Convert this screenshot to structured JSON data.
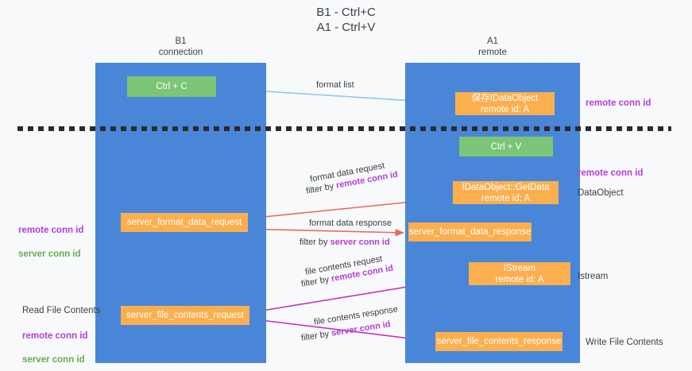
{
  "title": "B1 - Ctrl+C\nA1 - Ctrl+V",
  "lanes": [
    {
      "id": "b1",
      "header": "B1\nconnection"
    },
    {
      "id": "a1",
      "header": "A1\nremote"
    }
  ],
  "nodes": {
    "ctrl_c": "Ctrl + C",
    "save_idataobject": "保存IDataObject\nremote id: A",
    "ctrl_v": "Ctrl + V",
    "idataobject_getdata": "IDataObject::GetData\nremote id: A",
    "server_format_data_request": "server_format_data_request",
    "server_format_data_response": "server_format_data_response",
    "istream": "IStream\nremote id: A",
    "server_file_contents_request": "server_file_contents_request",
    "server_file_contents_response": "server_file_contents_response"
  },
  "edges": {
    "format_list": "format list",
    "format_data_request": "format data request",
    "format_data_request_filter_prefix": "filter by ",
    "format_data_request_filter_key": "remote conn id",
    "format_data_response": "format data response",
    "format_data_response_filter_prefix": "filter by ",
    "format_data_response_filter_key": "server conn id",
    "file_contents_request": "file contents request",
    "file_contents_request_filter_prefix": "filter by ",
    "file_contents_request_filter_key": "remote conn id",
    "file_contents_response": "file contents response",
    "file_contents_response_filter_prefix": "filter by ",
    "file_contents_response_filter_key": "server conn id"
  },
  "annotations": {
    "right_remote_top": "remote conn id",
    "right_remote_mid": "remote conn id",
    "right_dataobject": "DataObject",
    "right_istream": "Istream",
    "right_write_file_contents": "Write File Contents",
    "left_ids_mid": "remote conn id\nserver conn id",
    "left_read_file_contents": "Read File Contents",
    "left_ids_bottom": "remote conn id\nserver conn id"
  },
  "colors": {
    "lane": "#4a86d8",
    "node_green": "#7cc576",
    "node_orange": "#fbaf4e",
    "background": "#f8f9fa",
    "remote_conn_id": "#b13fd6",
    "server_conn_id": "#6aa84f",
    "arrow_format_list": "#8ec7ef",
    "arrow_format_data": "#e8695c",
    "arrow_file_contents": "#c234c2",
    "arrow_black": "#111111",
    "divider": "#2b2b2b"
  }
}
